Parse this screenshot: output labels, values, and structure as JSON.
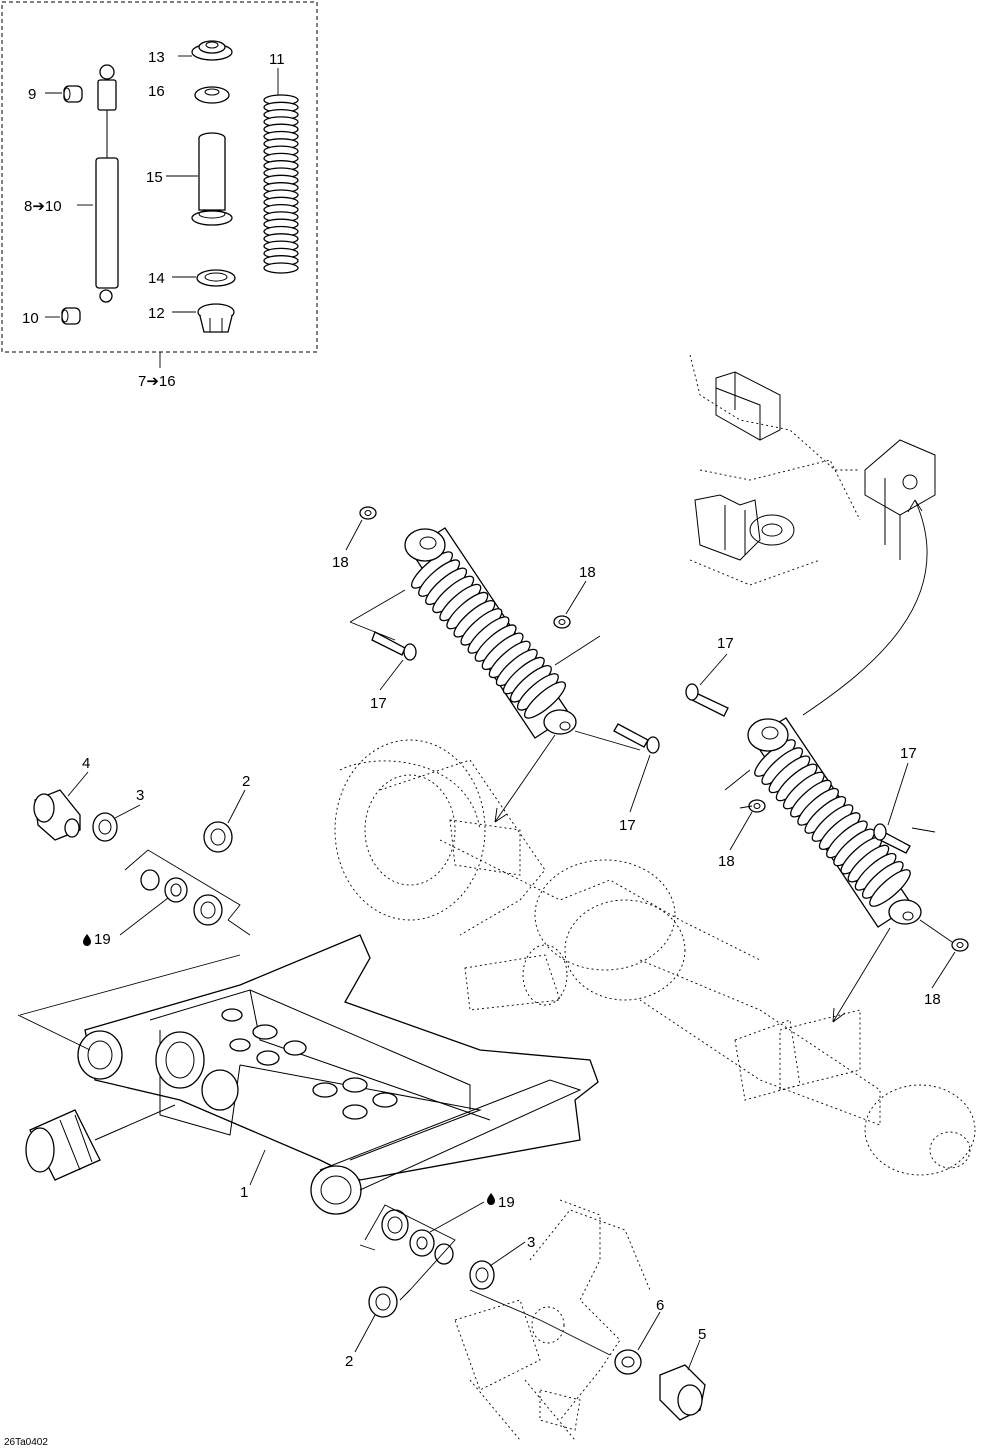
{
  "diagram": {
    "drawing_code": "26Ta0402",
    "callouts": [
      {
        "key": "c13",
        "text": "13"
      },
      {
        "key": "c9",
        "text": "9"
      },
      {
        "key": "c16",
        "text": "16"
      },
      {
        "key": "c11",
        "text": "11"
      },
      {
        "key": "c15",
        "text": "15"
      },
      {
        "key": "c8",
        "text": "8➔10"
      },
      {
        "key": "c14",
        "text": "14"
      },
      {
        "key": "c10",
        "text": "10"
      },
      {
        "key": "c12",
        "text": "12"
      },
      {
        "key": "c7",
        "text": "7➔16"
      },
      {
        "key": "c18a",
        "text": "18"
      },
      {
        "key": "c18b",
        "text": "18"
      },
      {
        "key": "c17a",
        "text": "17"
      },
      {
        "key": "c17b",
        "text": "17"
      },
      {
        "key": "c17c",
        "text": "17"
      },
      {
        "key": "c17d",
        "text": "17"
      },
      {
        "key": "c18c",
        "text": "18"
      },
      {
        "key": "c18d",
        "text": "18"
      },
      {
        "key": "c4",
        "text": "4"
      },
      {
        "key": "c3a",
        "text": "3"
      },
      {
        "key": "c2a",
        "text": "2"
      },
      {
        "key": "c19a",
        "text": "19"
      },
      {
        "key": "c1",
        "text": "1"
      },
      {
        "key": "c19b",
        "text": "19"
      },
      {
        "key": "c3b",
        "text": "3"
      },
      {
        "key": "c6",
        "text": "6"
      },
      {
        "key": "c5",
        "text": "5"
      },
      {
        "key": "c2b",
        "text": "2"
      }
    ]
  }
}
